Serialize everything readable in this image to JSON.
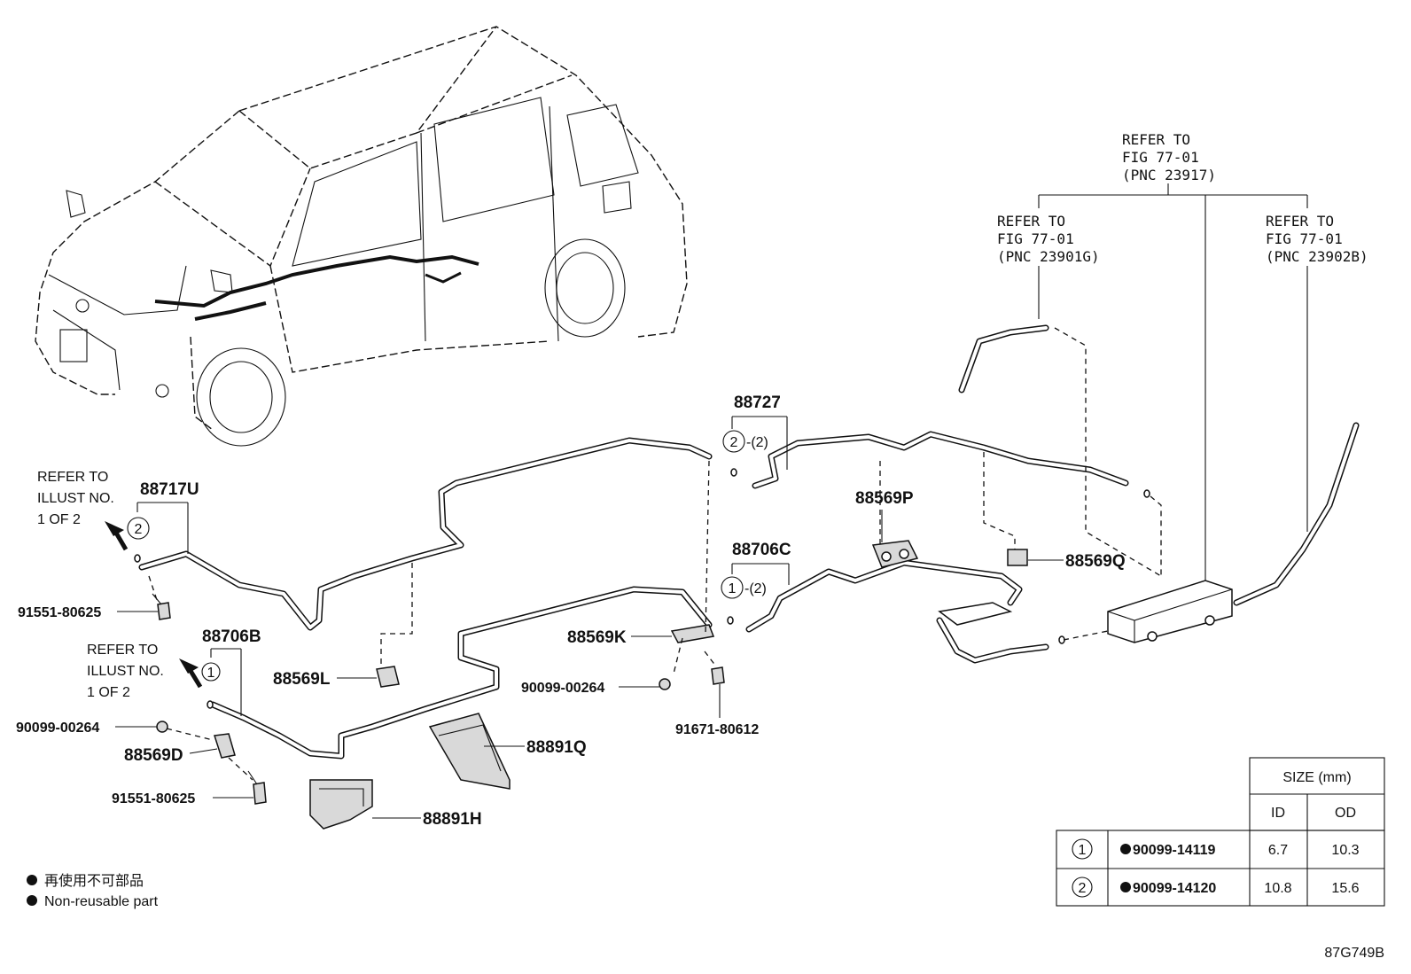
{
  "callouts": {
    "refer_23917": [
      "REFER TO",
      "FIG 77-01",
      "(PNC 23917)"
    ],
    "refer_23901g": [
      "REFER TO",
      "FIG 77-01",
      "(PNC 23901G)"
    ],
    "refer_23902b": [
      "REFER TO",
      "FIG 77-01",
      "(PNC 23902B)"
    ],
    "refer_illust_top": [
      "REFER TO",
      "ILLUST NO.",
      "1 OF 2"
    ],
    "refer_illust_bottom": [
      "REFER TO",
      "ILLUST NO.",
      "1 OF 2"
    ]
  },
  "parts": {
    "p88727": "88727",
    "p88717u": "88717U",
    "p88706b": "88706B",
    "p88706c": "88706C",
    "p88569p": "88569P",
    "p88569q": "88569Q",
    "p88569k": "88569K",
    "p88569l": "88569L",
    "p88569d": "88569D",
    "p88891q": "88891Q",
    "p88891h": "88891H",
    "p91551_top": "91551-80625",
    "p91551_bottom": "91551-80625",
    "p90099_left": "90099-00264",
    "p90099_mid": "90099-00264",
    "p91671": "91671-80612"
  },
  "markers": {
    "one": "1",
    "two": "2",
    "qty2_a": "-(2)",
    "qty2_b": "-(2)"
  },
  "legend": {
    "jp": "再使用不可部品",
    "en": "Non-reusable part"
  },
  "size_table": {
    "header": "SIZE (mm)",
    "col_id": "ID",
    "col_od": "OD",
    "rows": [
      {
        "marker": "1",
        "part": "90099-14119",
        "id": "6.7",
        "od": "10.3"
      },
      {
        "marker": "2",
        "part": "90099-14120",
        "id": "10.8",
        "od": "15.6"
      }
    ]
  },
  "diagram_code": "87G749B"
}
